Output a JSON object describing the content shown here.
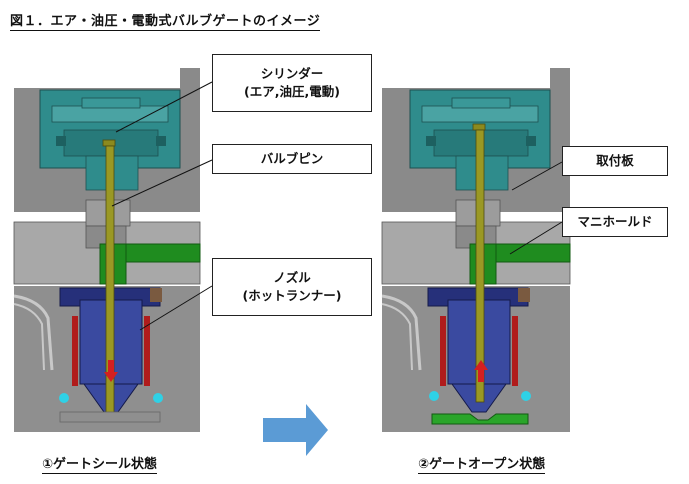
{
  "title": "図１．エア・油圧・電動式バルブゲートのイメージ",
  "callouts": {
    "cylinder": {
      "line1": "シリンダー",
      "line2": "(エア,油圧,電動)"
    },
    "valve_pin": "バルブピン",
    "nozzle": {
      "line1": "ノズル",
      "line2": "(ホットランナー)"
    },
    "mounting_plate": "取付板",
    "manifold": "マニホールド"
  },
  "states": {
    "closed": "①ゲートシール状態",
    "open": "②ゲートオープン状態"
  },
  "colors": {
    "mold_gray": "#8c8c8c",
    "plate_gray": "#a9a9a9",
    "cylinder_teal": "#2f8c8c",
    "pin_olive": "#8c8a1e",
    "manifold_green": "#1f8c1f",
    "nozzle_blue": "#2c2c8c",
    "heater_red": "#b01c1c",
    "arrow_blue": "#5b9bd5",
    "cooling_cyan": "#2fd1e6"
  }
}
